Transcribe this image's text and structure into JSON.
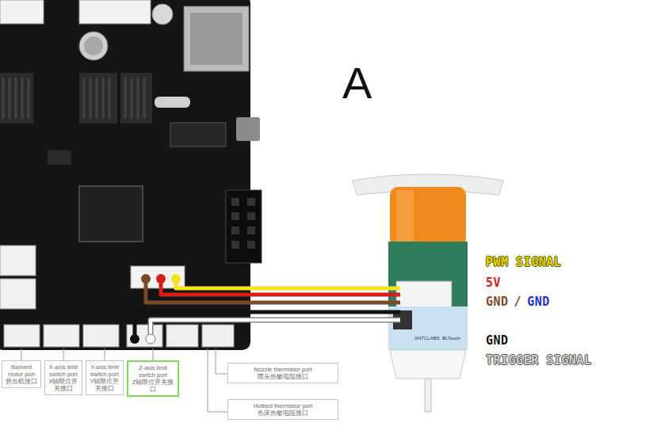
{
  "diagram": {
    "nodes": [
      {
        "text": [
          "filament motor port",
          "挤出机接口"
        ]
      },
      {
        "text": [
          "X-axis limit switch port",
          "X轴限位开关接口"
        ]
      },
      {
        "text": [
          "Y-axis limit switch port",
          "Y轴限位开关接口"
        ]
      },
      {
        "text": [
          "Z-axis limit switch port",
          "Z轴限位开关接口"
        ]
      },
      {
        "text": [
          "Nozzle thermistor port",
          "喷头热敏电阻接口"
        ]
      },
      {
        "text": [
          "Hotbed thermistor port",
          "热床热敏电阻接口"
        ]
      }
    ],
    "labels": [
      "A",
      "PWM SIGNAL",
      "5V",
      "GND",
      "/",
      "GND",
      "GND",
      "TRIGGER SIGNAL",
      "ANTCLABS",
      "BLTouch"
    ]
  }
}
